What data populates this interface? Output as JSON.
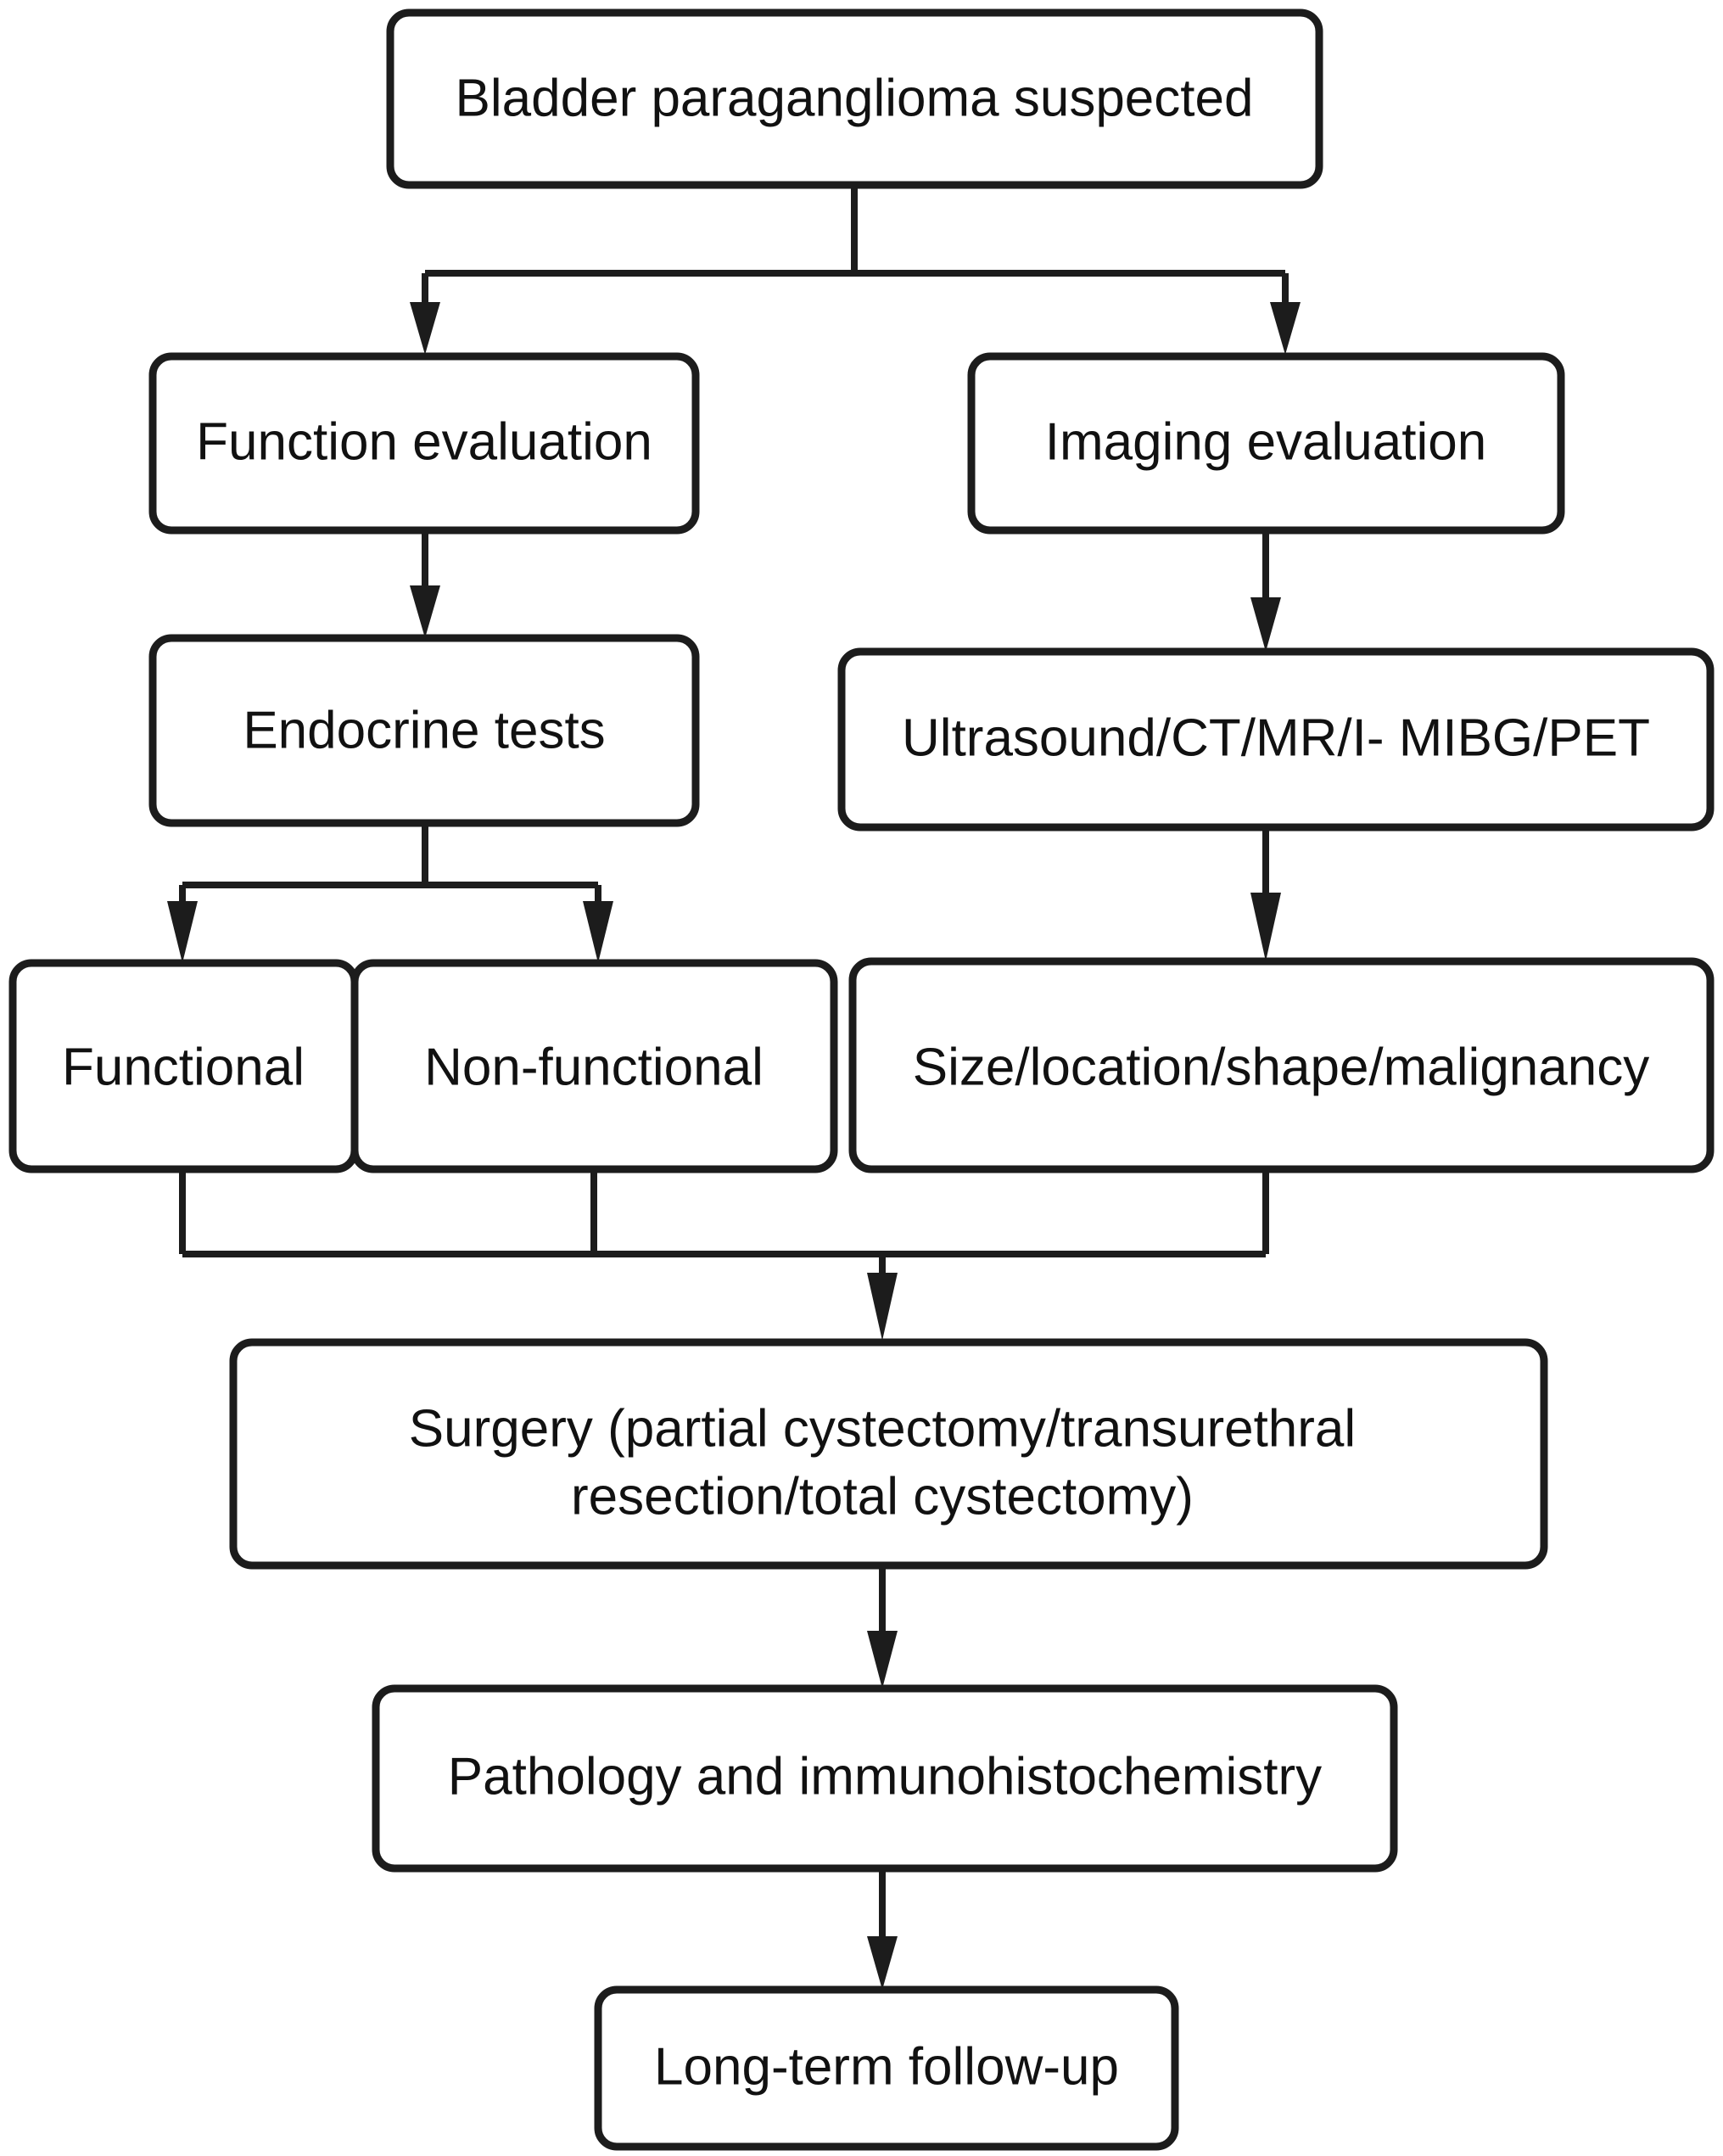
{
  "diagram": {
    "title": "Bladder paraganglioma diagnostic and treatment flowchart",
    "type": "flowchart",
    "orientation": "top-to-bottom",
    "background_color": "#ffffff",
    "line_color": "#1c1c1c",
    "text_color": "#111111",
    "nodes": [
      {
        "id": "suspected",
        "label": "Bladder paraganglioma suspected"
      },
      {
        "id": "function_eval",
        "label": "Function evaluation"
      },
      {
        "id": "imaging_eval",
        "label": "Imaging evaluation"
      },
      {
        "id": "endocrine",
        "label": "Endocrine tests"
      },
      {
        "id": "imaging_mods",
        "label": "Ultrasound/CT/MR/I- MIBG/PET"
      },
      {
        "id": "functional",
        "label": "Functional"
      },
      {
        "id": "nonfunctional",
        "label": "Non-functional"
      },
      {
        "id": "characteristics",
        "label": "Size/location/shape/malignancy"
      },
      {
        "id": "surgery_line1",
        "label": "Surgery (partial cystectomy/transurethral"
      },
      {
        "id": "surgery_line2",
        "label": "resection/total cystectomy)"
      },
      {
        "id": "pathology",
        "label": "Pathology and immunohistochemistry"
      },
      {
        "id": "followup",
        "label": "Long-term follow-up"
      }
    ],
    "edges": [
      {
        "from": "suspected",
        "to": "function_eval"
      },
      {
        "from": "suspected",
        "to": "imaging_eval"
      },
      {
        "from": "function_eval",
        "to": "endocrine"
      },
      {
        "from": "imaging_eval",
        "to": "imaging_mods"
      },
      {
        "from": "endocrine",
        "to": "functional"
      },
      {
        "from": "endocrine",
        "to": "nonfunctional"
      },
      {
        "from": "imaging_mods",
        "to": "characteristics"
      },
      {
        "from": "functional",
        "to": "surgery"
      },
      {
        "from": "nonfunctional",
        "to": "surgery"
      },
      {
        "from": "characteristics",
        "to": "surgery"
      },
      {
        "from": "surgery",
        "to": "pathology"
      },
      {
        "from": "pathology",
        "to": "followup"
      }
    ]
  }
}
